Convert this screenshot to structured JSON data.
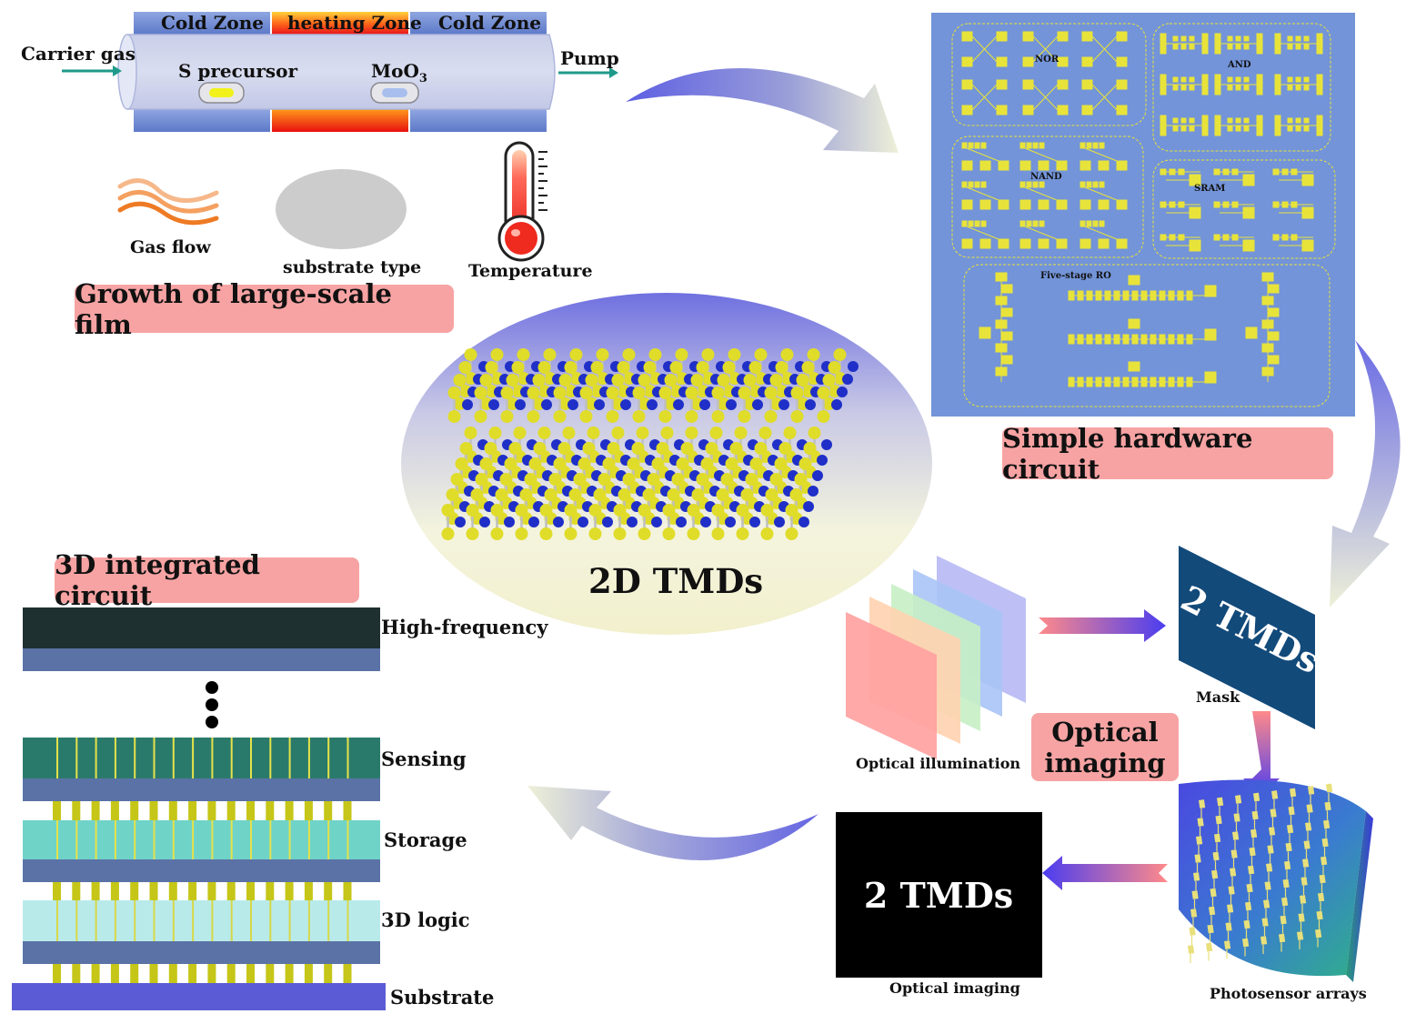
{
  "furnace": {
    "zone_left": "Cold Zone",
    "zone_middle": "heating Zone",
    "zone_right": "Cold Zone",
    "inlet_label": "Carrier gas",
    "outlet_label": "Pump",
    "boat_left_label": "S precursor",
    "boat_right_label_main": "MoO",
    "boat_right_label_sub": "3"
  },
  "growth_params": {
    "gas_flow": "Gas flow",
    "substrate": "substrate type",
    "temperature": "Temperature"
  },
  "labels": {
    "growth": "Growth of large-scale film",
    "hardware": "Simple hardware circuit",
    "center": "2D TMDs",
    "integrated": "3D integrated circuit",
    "optical_imaging_box_line1": "Optical",
    "optical_imaging_box_line2": "imaging"
  },
  "circuit_panel": {
    "nor": "NOR",
    "and": "AND",
    "nand": "NAND",
    "sram": "SRAM",
    "ro": "Five-stage RO"
  },
  "layers": {
    "high_frequency": "High-frequency",
    "sensing": "Sensing",
    "storage": "Storage",
    "logic": "3D logic",
    "substrate": "Substrate"
  },
  "optical": {
    "illumination": "Optical illumination",
    "mask_text": "2 TMDs",
    "mask": "Mask",
    "screen_text": "2 TMDs",
    "imaging": "Optical imaging",
    "photosensor": "Photosensor arrays"
  },
  "colors": {
    "circuit_bg": "#7394d8",
    "circuit_pad": "#e8e33a",
    "pink_label": "#f7a3a3",
    "arrow_purple": "#6b6fe0",
    "sulfur": "#e0dc2a",
    "metal": "#1f2fc8"
  }
}
